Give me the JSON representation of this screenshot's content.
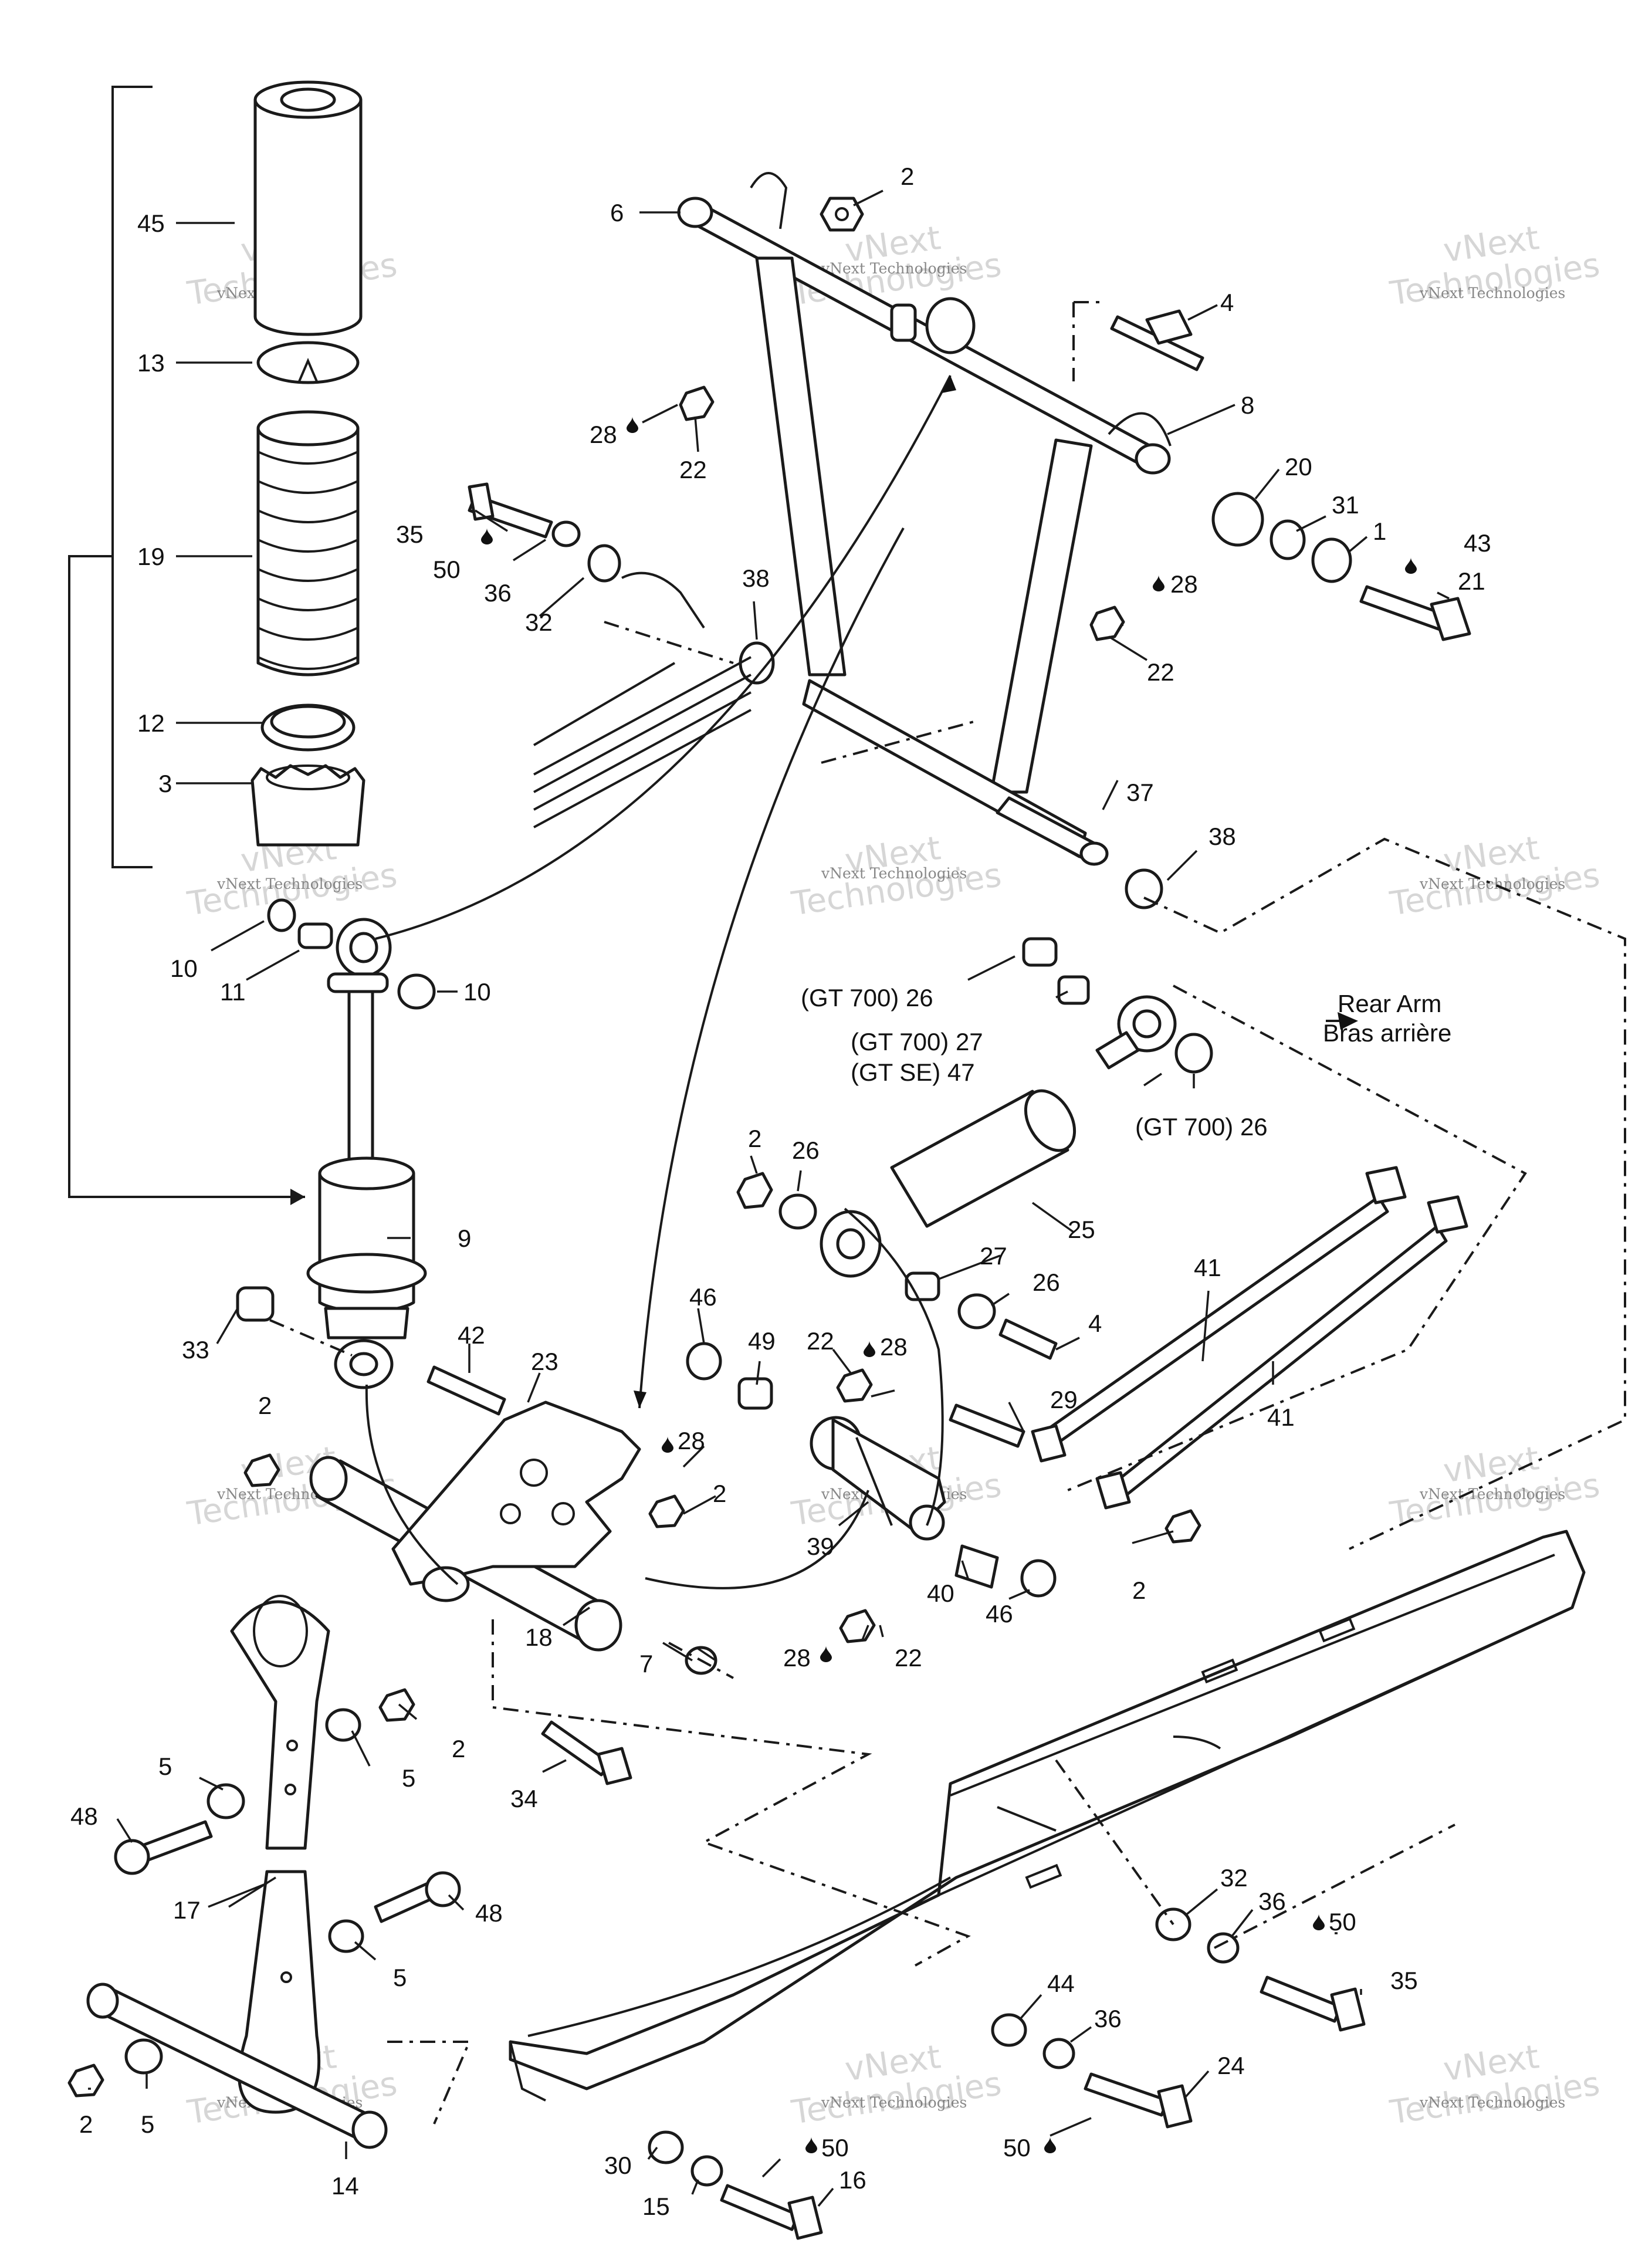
{
  "watermark": {
    "line1": "vNext",
    "line2": "Technologies",
    "small": "vNext Technologies"
  },
  "drop_symbol": "oil-drop-icon",
  "labels": {
    "l45": "45",
    "l13": "13",
    "l19": "19",
    "l12": "12",
    "l3": "3",
    "l6": "6",
    "l2a": "2",
    "l4a": "4",
    "l8": "8",
    "l20": "20",
    "l31": "31",
    "l1": "1",
    "l43": "43",
    "l21": "21",
    "l28a": "28",
    "l22a": "22",
    "l35a": "35",
    "l50a": "50",
    "l36a": "36",
    "l32a": "32",
    "l38a": "38",
    "l28b": "28",
    "l22b": "22",
    "l37": "37",
    "l38b": "38",
    "l10a": "10",
    "l11": "11",
    "l10b": "10",
    "l9": "9",
    "l26a": "(GT 700) 26",
    "l27a": "(GT 700) 27",
    "l47": "(GT SE)  47",
    "l26d": "(GT 700) 26",
    "rear_arm_en": "Rear Arm",
    "rear_arm_fr": "Bras arrière",
    "l2b": "2",
    "l26b": "26",
    "l25": "25",
    "l27b": "27",
    "l26c": "26",
    "l4b": "4",
    "l41a": "41",
    "l41b": "41",
    "l29": "29",
    "l33": "33",
    "l42": "42",
    "l23": "23",
    "l46a": "46",
    "l49": "49",
    "l22c": "22",
    "l28c": "28",
    "l2c": "2",
    "l28d": "28",
    "l2d": "2",
    "l39": "39",
    "l40": "40",
    "l46b": "46",
    "l18": "18",
    "l7": "7",
    "l28e": "28",
    "l22d": "22",
    "l2e": "2",
    "l34": "34",
    "l5a": "5",
    "l5b": "5",
    "l2f": "2",
    "l48a": "48",
    "l17": "17",
    "l48b": "48",
    "l5c": "5",
    "l2g": "2",
    "l5d": "5",
    "l14": "14",
    "l32b": "32",
    "l36b": "36",
    "l50b": "50",
    "l35b": "35",
    "l44": "44",
    "l36c": "36",
    "l24": "24",
    "l50c": "50",
    "l30": "30",
    "l15": "15",
    "l50d": "50",
    "l16": "16"
  }
}
